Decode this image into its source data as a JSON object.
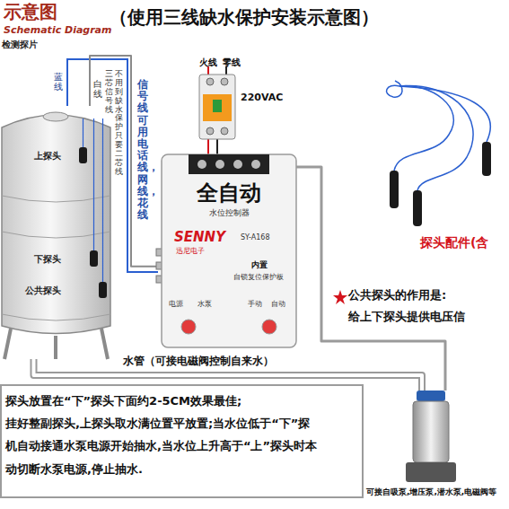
{
  "diagram": {
    "title": "示意图",
    "nodes": [
      {
        "text": [
          "上探头",
          "下探头",
          "公共探头"
        ]
      },
      {
        "text": [
          "220VAC"
        ]
      },
      {
        "text": [
          "全自动",
          "水位控制器",
          "SENNY",
          "迅尼电子",
          "SY-A168",
          "内置",
          "自锁复位保护板",
          "电源",
          "水泵",
          "手动",
          "自动"
        ]
      },
      {
        "text": [
          "可接自吸泵,增压泵,潜水泵,电磁阀等"
        ]
      },
      {
        "text": [
          "探头放置在“下”探头下面约2-5CM效果最佳;",
          "挂好整副探头,上探头取水满位置平放置;当水位低于“下”探",
          "机自动接通水泵电源开始抽水,当水位上升高于“上”探头时本",
          "动切断水泵电源,停止抽水."
        ]
      }
    ],
    "edges": [
      {
        "from": 0,
        "to": 2,
        "arrow": "none"
      },
      {
        "from": 1,
        "to": 2,
        "arrow": "none"
      },
      {
        "from": 2,
        "to": 3,
        "arrow": "none"
      },
      {
        "from": 3,
        "to": 0,
        "label": "水管（可接电磁阀控制自来水）",
        "arrow": "none"
      }
    ],
    "labels": [
      "Schematic Diagram",
      "（使用三线缺水保护安装示意图）",
      "检测探片",
      "蓝线",
      "白线",
      "三芯信号线",
      "不用到缺水保护只要二芯线",
      "信号线可用电话线，网线，花线",
      "火线",
      "零线",
      "探头配件(含",
      "公共探头的作用是:",
      "给上下探头提供电压信"
    ]
  }
}
